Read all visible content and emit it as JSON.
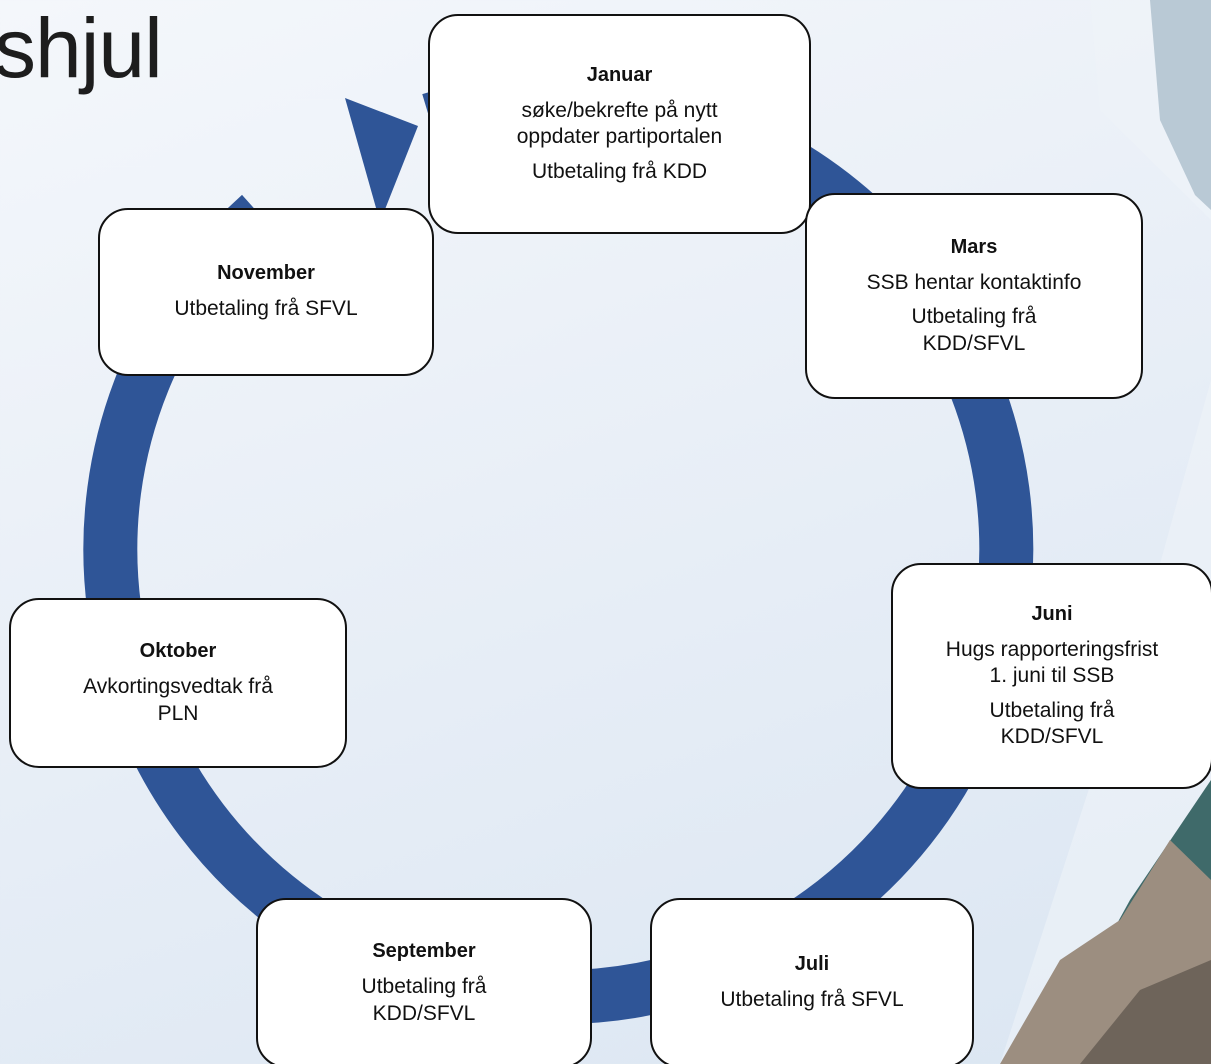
{
  "title": "shjul",
  "colors": {
    "ring": "#2f5597",
    "box_border": "#111111",
    "box_fill": "#ffffff"
  },
  "boxes": [
    {
      "month": "Januar",
      "lines": [
        "søke/bekrefte på nytt",
        "oppdater partiportalen",
        "Utbetaling frå KDD"
      ]
    },
    {
      "month": "Mars",
      "lines": [
        "SSB hentar kontaktinfo",
        "Utbetaling frå",
        "KDD/SFVL"
      ]
    },
    {
      "month": "Juni",
      "lines": [
        "Hugs rapporteringsfrist",
        "1. juni til SSB",
        "Utbetaling frå",
        "KDD/SFVL"
      ]
    },
    {
      "month": "Juli",
      "lines": [
        "Utbetaling frå SFVL"
      ]
    },
    {
      "month": "September",
      "lines": [
        "Utbetaling frå",
        "KDD/SFVL"
      ]
    },
    {
      "month": "Oktober",
      "lines": [
        "Avkortingsvedtak frå",
        "PLN"
      ]
    },
    {
      "month": "November",
      "lines": [
        "Utbetaling frå SFVL"
      ]
    }
  ]
}
